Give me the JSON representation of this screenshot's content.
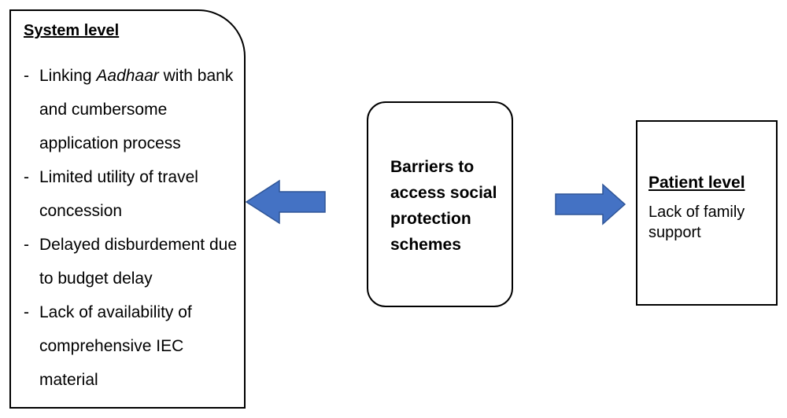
{
  "system_level": {
    "title": "System level",
    "items": [
      {
        "prefix": "Linking ",
        "emphasis": "Aadhaar",
        "suffix": " with bank and cumbersome application process"
      },
      {
        "prefix": "Limited utility of travel concession",
        "emphasis": "",
        "suffix": ""
      },
      {
        "prefix": "Delayed disburdement due to budget delay",
        "emphasis": "",
        "suffix": ""
      },
      {
        "prefix": "Lack of availability of comprehensive IEC material",
        "emphasis": "",
        "suffix": ""
      }
    ]
  },
  "center": {
    "label": "Barriers to access social protection schemes"
  },
  "patient_level": {
    "title": "Patient level",
    "text": "Lack of family support"
  },
  "colors": {
    "arrow_fill": "#4472C4",
    "arrow_stroke": "#2F5597"
  }
}
